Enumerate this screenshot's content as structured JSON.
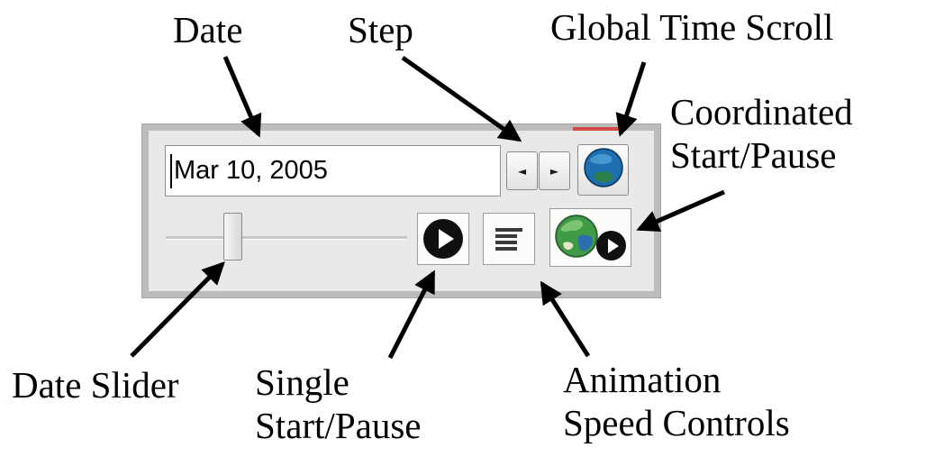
{
  "annotations": {
    "date": {
      "label": "Date"
    },
    "step": {
      "label": "Step"
    },
    "global_time_scroll": {
      "label": "Global Time Scroll"
    },
    "coordinated_start_pause": {
      "line1": "Coordinated",
      "line2": "Start/Pause"
    },
    "date_slider": {
      "label": "Date Slider"
    },
    "single_start_pause": {
      "line1": "Single",
      "line2": "Start/Pause"
    },
    "animation_speed": {
      "line1": "Animation",
      "line2": "Speed Controls"
    }
  },
  "time_panel": {
    "date_field": {
      "value": "Mar 10, 2005"
    },
    "step_back": {
      "icon": "◄"
    },
    "step_forward": {
      "icon": "►"
    },
    "icons": {
      "global_time_scroll": "blue-globe-icon",
      "single_start_pause": "play-icon",
      "animation_speed": "speed-lines-icon",
      "coordinated_start_pause": "globe-plus-play-icon"
    }
  },
  "colors": {
    "panel_frame": "#bcbcbc",
    "panel_bg": "#e9e9e7",
    "red_mark": "#d34a4a",
    "arrow": "#000000",
    "globe_blue": "#1d6fb0",
    "globe_green": "#3f9b45"
  }
}
